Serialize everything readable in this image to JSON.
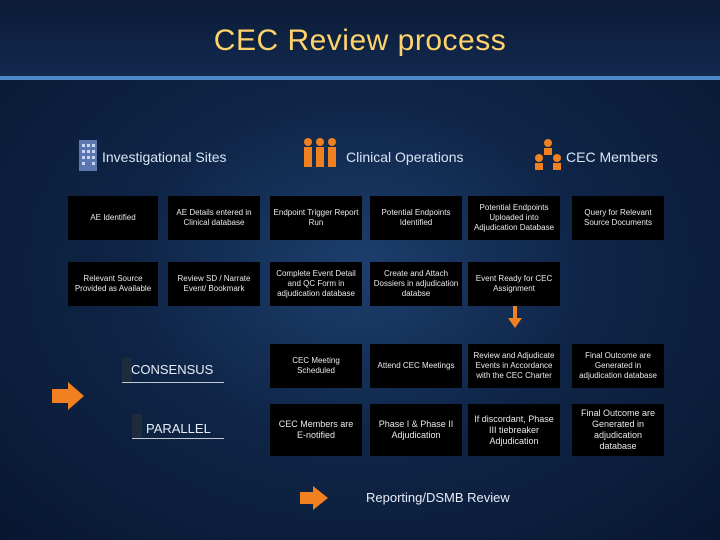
{
  "title": "CEC Review process",
  "lanes": {
    "sites": "Investigational Sites",
    "clinical": "Clinical Operations",
    "cec": "CEC Members"
  },
  "boxes": {
    "ae_identified": "AE Identified",
    "ae_details": "AE Details entered in Clinical database",
    "endpoint_trigger": "Endpoint Trigger Report Run",
    "potential_identified": "Potential Endpoints Identified",
    "potential_uploaded": "Potential Endpoints Uploaded into Adjudication Database",
    "query_source": "Query for Relevant Source Documents",
    "relevant_source": "Relevant Source Provided as Available",
    "review_sd": "Review SD / Narrate Event/ Bookmark",
    "complete_event": "Complete Event Detail and QC Form in adjudication database",
    "create_dossiers": "Create and Attach Dossiers in adjudication databse",
    "event_ready": "Event Ready for CEC Assignment",
    "cec_meeting": "CEC Meeting Scheduled",
    "attend_cec": "Attend CEC Meetings",
    "review_adjudicate": "Review and Adjudicate Events in Accordance with the CEC Charter",
    "final_outcome_1": "Final Outcome are Generated in adjudication database",
    "cec_notified": "CEC Members are E-notified",
    "phase_adj": "Phase I & Phase II Adjudication",
    "discordant": "If discordant, Phase III tiebreaker Adjudication",
    "final_outcome_2": "Final Outcome are Generated in adjudication database"
  },
  "labels": {
    "consensus": "CONSENSUS",
    "parallel": "PARALLEL",
    "reporting": "Reporting/DSMB Review"
  },
  "colors": {
    "title": "#ffd36b",
    "accent_arrow": "#f08020",
    "rule": "#4f87c8"
  },
  "icons": [
    "building-icon",
    "people-icon",
    "org-chart-icon",
    "arrow-right-icon",
    "arrow-down-icon"
  ]
}
